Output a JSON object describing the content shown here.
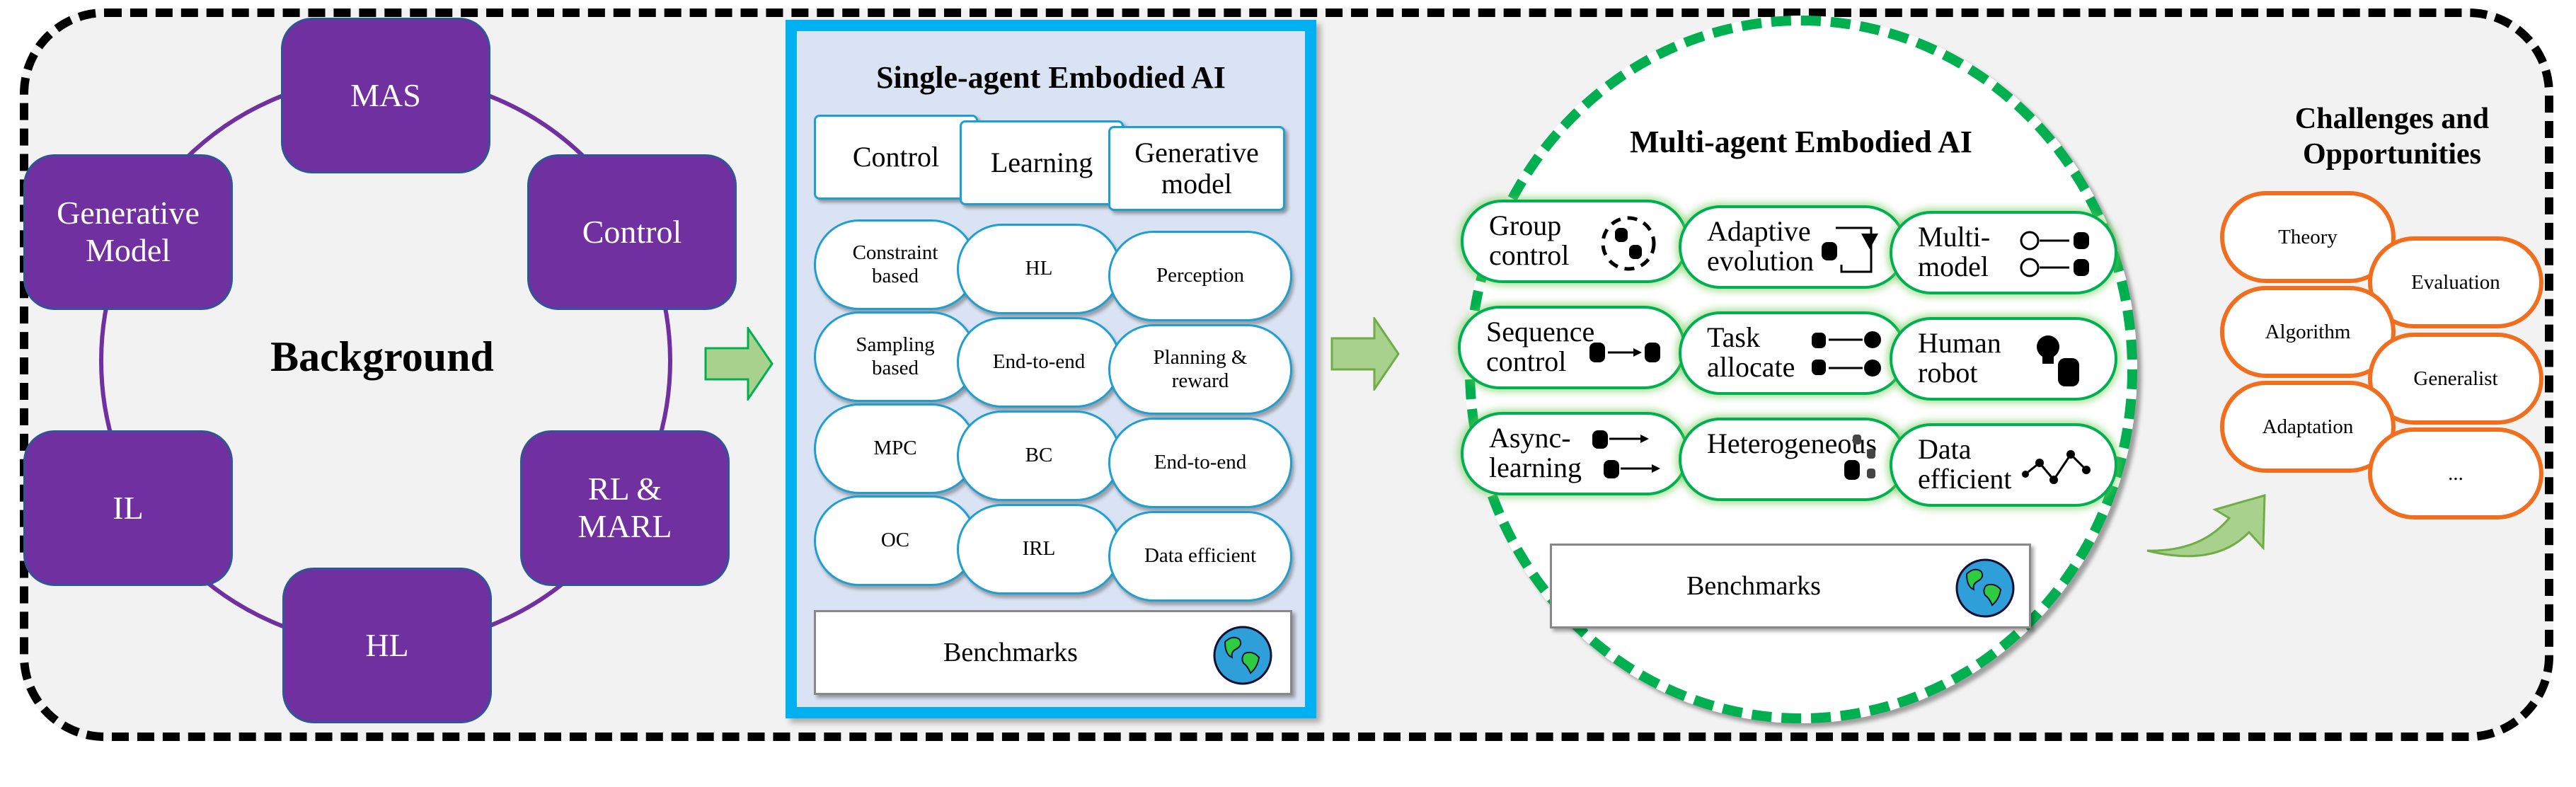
{
  "colors": {
    "background_purple": "#7030a0",
    "single_border": "#00b0f0",
    "single_fill": "#dae3f3",
    "multi_green": "#00b050",
    "challenge_orange": "#f06e1e",
    "arrow_green": "#a9d18e"
  },
  "background": {
    "title": "Background",
    "nodes": [
      "MAS",
      "Control",
      "RL & MARL",
      "HL",
      "IL",
      "Generative Model"
    ]
  },
  "single_agent": {
    "title": "Single-agent Embodied AI",
    "columns": [
      {
        "header": "Control",
        "items": [
          "Constraint based",
          "Sampling based",
          "MPC",
          "OC"
        ]
      },
      {
        "header": "Learning",
        "items": [
          "HL",
          "End-to-end",
          "BC",
          "IRL"
        ]
      },
      {
        "header": "Generative model",
        "items": [
          "Perception",
          "Planning & reward",
          "End-to-end",
          "Data efficient"
        ]
      }
    ],
    "benchmarks": "Benchmarks",
    "benchmarks_icon": "globe-icon"
  },
  "multi_agent": {
    "title": "Multi-agent Embodied AI",
    "items": [
      {
        "label": "Group control",
        "icon": "robot-group-icon"
      },
      {
        "label": "Adaptive evolution",
        "icon": "feedback-loop-icon"
      },
      {
        "label": "Multi-model",
        "icon": "llm-to-robot-icon"
      },
      {
        "label": "Sequence control",
        "icon": "robot-sequence-icon"
      },
      {
        "label": "Task allocate",
        "icon": "task-allocation-icon"
      },
      {
        "label": "Human robot",
        "icon": "human-robot-icon"
      },
      {
        "label": "Async-learning",
        "icon": "async-robots-icon"
      },
      {
        "label": "Heterogeneous",
        "icon": "heterogeneous-robots-icon"
      },
      {
        "label": "Data efficient",
        "icon": "data-curve-icon"
      }
    ],
    "benchmarks": "Benchmarks",
    "benchmarks_icon": "globe-icon"
  },
  "challenges": {
    "title": "Challenges and Opportunities",
    "items": [
      "Theory",
      "Evaluation",
      "Algorithm",
      "Generalist",
      "Adaptation",
      "..."
    ]
  }
}
